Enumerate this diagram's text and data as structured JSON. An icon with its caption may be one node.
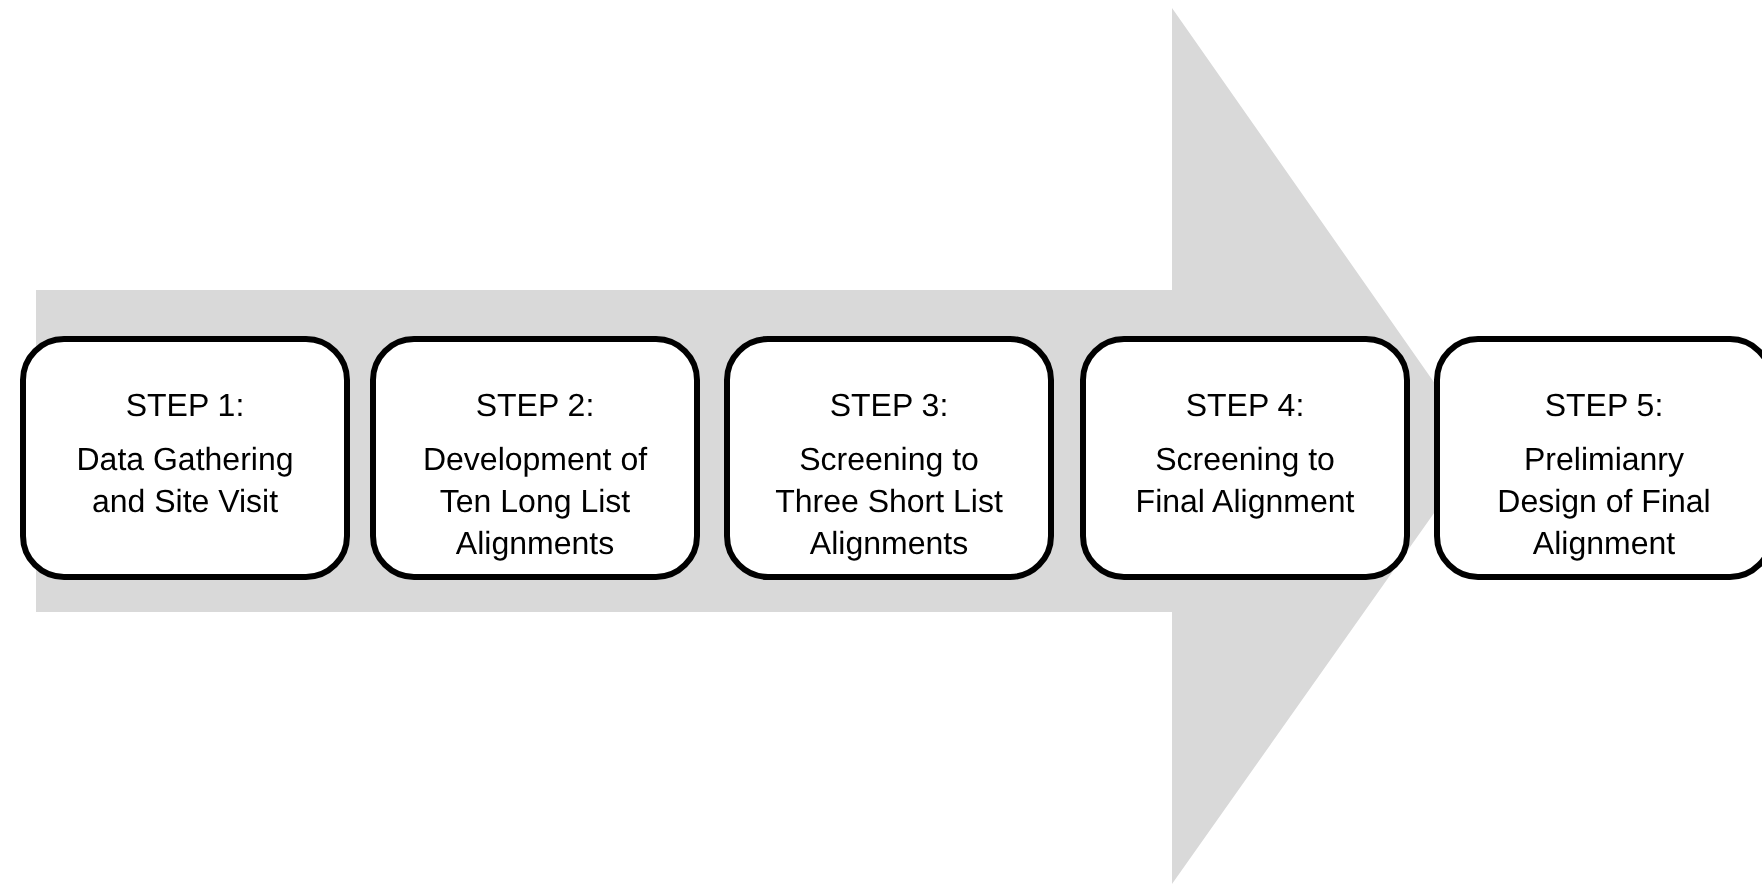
{
  "diagram": {
    "nodes": [
      {
        "text": [
          "STEP 1:",
          "Data Gathering and Site Visit"
        ]
      },
      {
        "text": [
          "STEP 2:",
          "Development of Ten Long List Alignments"
        ]
      },
      {
        "text": [
          "STEP 3:",
          "Screening to Three Short List Alignments"
        ]
      },
      {
        "text": [
          "STEP 4:",
          "Screening to Final Alignment"
        ]
      },
      {
        "text": [
          "STEP 5:",
          "Prelimianry Design of Final Alignment"
        ]
      }
    ],
    "edges": [
      {
        "from": 0,
        "to": 4,
        "arrow": "to"
      }
    ]
  }
}
